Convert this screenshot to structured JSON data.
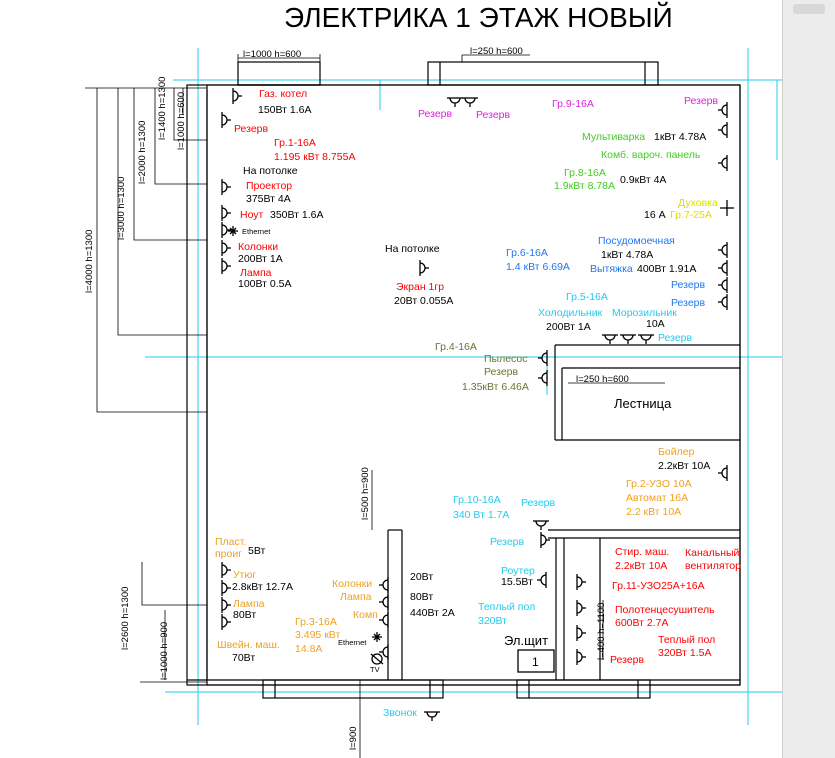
{
  "title": "ЭЛЕКТРИКА 1 ЭТАЖ НОВЫЙ",
  "colors": {
    "red": "#ff0000",
    "magenta": "#dd22dd",
    "green": "#44cc22",
    "olive": "#667733",
    "blue": "#2277ee",
    "cyan": "#22ccee",
    "orange": "#f0a020",
    "yellow": "#dddd00",
    "black": "#000000"
  },
  "dimensions": {
    "top_window_left": "l=1000 h=600",
    "top_window_right": "l=250 h=600",
    "left_1000_600": "l=1000 h=600",
    "left_1400": "l=1400 h=1300",
    "left_2000": "l=2000 h=1300",
    "left_3000": "l=3000 h=1300",
    "left_4000": "l=4000 h=1300",
    "stair": "l=250 h=600",
    "partition": "l=500 h=900",
    "left_2600": "l=2600 h=1300",
    "left_1000_900": "l=1000 h=900",
    "bath_400": "l=400 h=1100",
    "bottom_900": "l=900"
  },
  "labels": {
    "gas_boiler": "Газ. котел",
    "gas_boiler_spec": "150Вт 1.6А",
    "reserve_1": "Резерв",
    "gr1": "Гр.1-16А",
    "gr1_spec": "1.195 кВт 8.755А",
    "on_ceiling_1": "На потолке",
    "projector": "Проектор",
    "projector_spec": "375Вт 4А",
    "laptop": "Ноут",
    "laptop_spec": "350Вт 1.6А",
    "ethernet_1": "Ethernet",
    "speakers_1": "Колонки",
    "speakers_1_spec": "200Вт 1А",
    "lamp_1": "Лампа",
    "lamp_1_spec": "100Вт 0.5А",
    "on_ceiling_2": "На потолке",
    "screen": "Экран 1гр",
    "screen_spec": "20Вт 0.055А",
    "reserve_top_1": "Резерв",
    "reserve_top_2": "Резерв",
    "gr9": "Гр.9-16А",
    "reserve_top_right": "Резерв",
    "multicooker": "Мультиварка",
    "multicooker_spec": "1кВт 4.78А",
    "cooktop": "Комб. вароч. панель",
    "gr8": "Гр.8-16А",
    "gr8_spec": "1.9кВт 8.78А",
    "cooktop_spec": "0.9кВт 4А",
    "oven": "Духовка",
    "oven_current": "16 А",
    "gr7": "Гр.7-25А",
    "dishwasher": "Посудомоечная",
    "dishwasher_spec": "1кВт 4.78А",
    "gr6": "Гр.6-16А",
    "gr6_spec": "1.4 кВт 6.69А",
    "hood": "Вытяжка",
    "hood_spec": "400Вт 1.91А",
    "reserve_k1": "Резерв",
    "reserve_k2": "Резерв",
    "gr5": "Гр.5-16А",
    "fridge": "Холодильник",
    "freezer": "Морозильник",
    "fridge_spec": "200Вт 1А",
    "freezer_spec": "10А",
    "reserve_k3": "Резерв",
    "gr4": "Гр.4-16А",
    "vacuum": "Пылесос",
    "reserve_vac": "Резерв",
    "vacuum_spec": "1.35кВт 6.46А",
    "stairs": "Лестница",
    "boiler": "Бойлер",
    "boiler_spec": "2.2кВт 10А",
    "gr2": "Гр.2-УЗО 10А",
    "gr2_auto": "Автомат 16А",
    "gr2_spec": "2.2 кВт 10А",
    "gr10": "Гр.10-16А",
    "gr10_spec": "340 Вт 1.7А",
    "reserve_g10a": "Резерв",
    "reserve_g10b": "Резерв",
    "router": "Роутер",
    "router_spec": "15.5Вт",
    "washer": "Стир. маш.",
    "washer_spec": "2.2кВт 10А",
    "duct_fan": "Канальный",
    "duct_fan_2": "вентилятор",
    "gr11": "Гр.11-УЗО25А+16А",
    "towel": "Полотенцесушитель",
    "towel_spec": "600Вт 2.7А",
    "warm_floor_1": "Теплый пол",
    "warm_floor_1_spec": "320Вт 1.5А",
    "reserve_bath": "Резерв",
    "warm_floor_2": "Теплый пол",
    "warm_floor_2_spec": "320Вт",
    "panel": "Эл.щит",
    "panel_num": "1",
    "plastic": "Пласт.",
    "plastic_2": "проиг",
    "plastic_spec": "5Вт",
    "iron": "Утюг",
    "iron_spec": "2.8кВт 12.7А",
    "lamp_2": "Лампа",
    "lamp_2_spec": "80Вт",
    "sewing": "Швейн. маш.",
    "sewing_spec": "70Вт",
    "gr3": "Гр.3-16А",
    "gr3_spec": "3.495 кВт",
    "gr3_current": "14.8А",
    "speakers_2": "Колонки",
    "lamp_3": "Лампа",
    "comp": "Комп",
    "ethernet_2": "Ethernet",
    "tv": "TV",
    "speakers_2_spec": "20Вт",
    "lamp_3_spec": "80Вт",
    "comp_spec": "440Вт 2А",
    "doorbell": "Звонок"
  }
}
